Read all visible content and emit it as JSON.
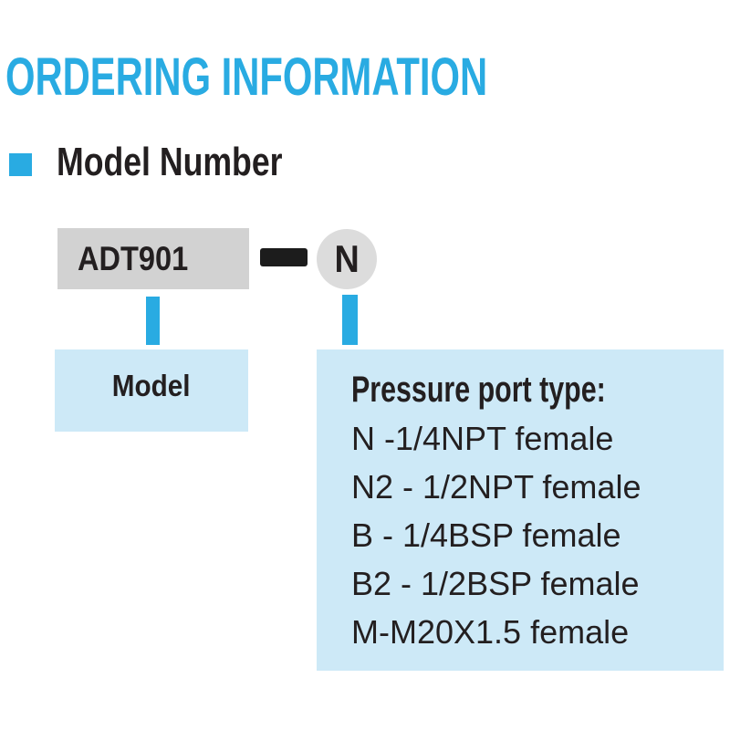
{
  "page": {
    "title": "ORDERING INFORMATION",
    "section_title": "Model Number"
  },
  "diagram": {
    "model_box_label": "ADT901",
    "separator": "-",
    "option_circle_label": "N",
    "model_callout_label": "Model",
    "pressure_callout": {
      "title": "Pressure port type:",
      "options": [
        "N -1/4NPT female",
        "N2 - 1/2NPT female",
        "B - 1/4BSP female",
        "B2 - 1/2BSP female",
        "M-M20X1.5 female"
      ]
    }
  },
  "colors": {
    "accent_cyan": "#29ABE2",
    "light_blue": "#CDE9F7",
    "gray_box": "#D2D2D2",
    "gray_circle": "#DCDCDC",
    "text_black": "#231F20"
  }
}
